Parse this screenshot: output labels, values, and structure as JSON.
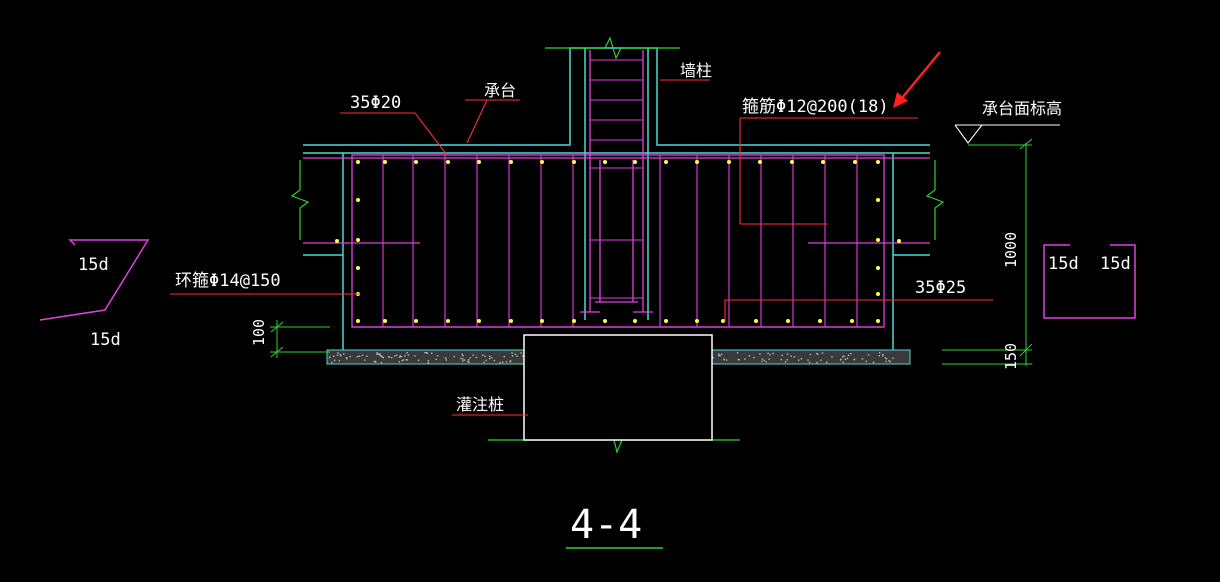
{
  "drawing": {
    "title": "4-4",
    "labels": {
      "cap_rebar_top": "35Φ20",
      "cap": "承台",
      "wall_column": "墙柱",
      "stirrup": "箍筋Φ12@200(18)",
      "cap_top_elevation": "承台面标高",
      "ring_stirrup": "环箍Φ14@150",
      "cap_rebar_bottom": "35Φ25",
      "bored_pile": "灌注桩"
    },
    "dimensions": {
      "height": "1000",
      "cover": "100",
      "cushion": "150"
    },
    "details": {
      "left_top": "15d",
      "left_bottom": "15d",
      "right_a": "15d",
      "right_b": "15d"
    },
    "colors": {
      "background": "#000000",
      "concrete_outline": "#4fd8d8",
      "rebar": "#e040e0",
      "leader": "#ff3030",
      "dimension": "#30d030",
      "rebar_dot": "#ffff40",
      "text": "#ffffff",
      "pile": "#ffffff",
      "arrow": "#ff2020",
      "cushion_fill": "#b8b8b8"
    }
  }
}
